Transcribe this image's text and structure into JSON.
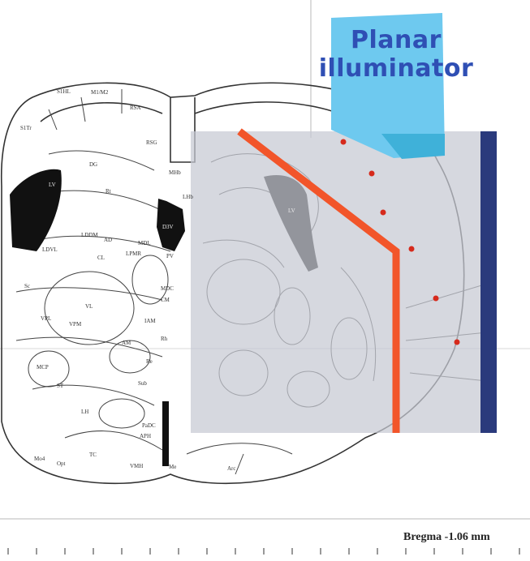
{
  "labels": {
    "planar_line1": "Planar",
    "planar_line2": "illuminator",
    "bregma": "Bregma -1.06 mm"
  },
  "atlas_labels": [
    {
      "text": "LV"
    },
    {
      "text": "D3V"
    },
    {
      "text": "LV"
    },
    {
      "text": "RSG"
    },
    {
      "text": "LDVL"
    },
    {
      "text": "VPL"
    },
    {
      "text": "VPM"
    },
    {
      "text": "MDL"
    },
    {
      "text": "PV"
    },
    {
      "text": "MDC"
    },
    {
      "text": "CM"
    },
    {
      "text": "IAM"
    },
    {
      "text": "Rh"
    },
    {
      "text": "MCP"
    },
    {
      "text": "LH"
    },
    {
      "text": "Re"
    },
    {
      "text": "AM"
    },
    {
      "text": "PaDC"
    },
    {
      "text": "APH"
    },
    {
      "text": "TC"
    },
    {
      "text": "VMH"
    },
    {
      "text": "Me"
    },
    {
      "text": "ST"
    },
    {
      "text": "Opt"
    },
    {
      "text": "Mo4"
    },
    {
      "text": "LDDM"
    },
    {
      "text": "CL"
    },
    {
      "text": "AD"
    },
    {
      "text": "DG"
    },
    {
      "text": "LPMR"
    },
    {
      "text": "MHb"
    },
    {
      "text": "LHb"
    },
    {
      "text": "Sub"
    },
    {
      "text": "Sc"
    },
    {
      "text": "RSA"
    },
    {
      "text": "M1/M2"
    },
    {
      "text": "S1HL"
    },
    {
      "text": "S1Tr"
    },
    {
      "text": "Rt"
    },
    {
      "text": "VL"
    },
    {
      "text": "Arc"
    }
  ],
  "colors": {
    "overlay": "#c6c9d3",
    "illuminator": "#6ec9ef",
    "illuminator_dark": "#3fb1d9",
    "optic_fiber": "#f2552a",
    "dark_bar": "#2a3a7c",
    "dots": "#d62a1c",
    "label": "#2f4fb4"
  }
}
